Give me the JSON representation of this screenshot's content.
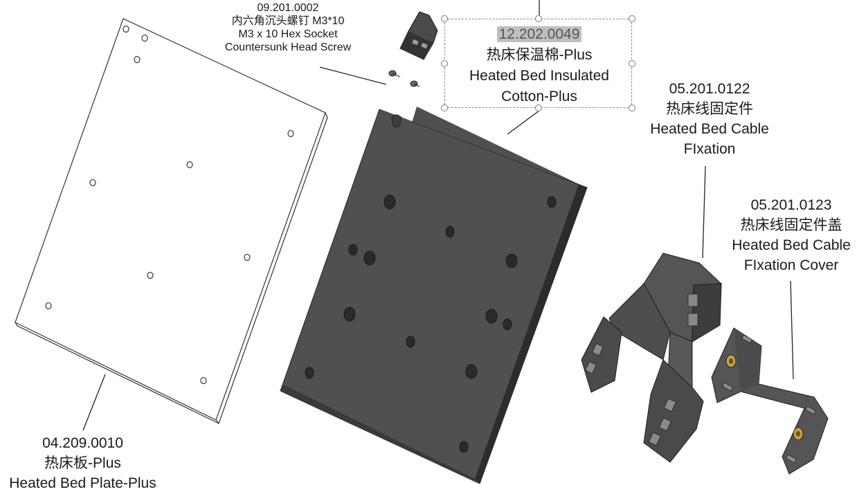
{
  "labels": {
    "screw": {
      "part_no": "09.201.0002",
      "cn": "内六角沉头螺钉 M3*10",
      "en1": "M3 x 10 Hex Socket",
      "en2": "Countersunk Head Screw"
    },
    "insulation": {
      "part_no": "12.202.0049",
      "cn": "热床保温棉-Plus",
      "en1": "Heated Bed Insulated",
      "en2": "Cotton-Plus"
    },
    "cable_fix": {
      "part_no": "05.201.0122",
      "cn": "热床线固定件",
      "en1": "Heated Bed Cable",
      "en2": "FIxation"
    },
    "cable_cover": {
      "part_no": "05.201.0123",
      "cn": "热床线固定件盖",
      "en1": "Heated Bed Cable",
      "en2": "FIxation Cover"
    },
    "bed_plate": {
      "part_no": "04.209.0010",
      "cn": "热床板-Plus",
      "en": "Heated Bed Plate-Plus"
    }
  },
  "colors": {
    "part_dark": "#4a4a4a",
    "part_side": "#2f2f2f",
    "selection": "#8a8a8a",
    "highlight": "#bfbfbf"
  }
}
